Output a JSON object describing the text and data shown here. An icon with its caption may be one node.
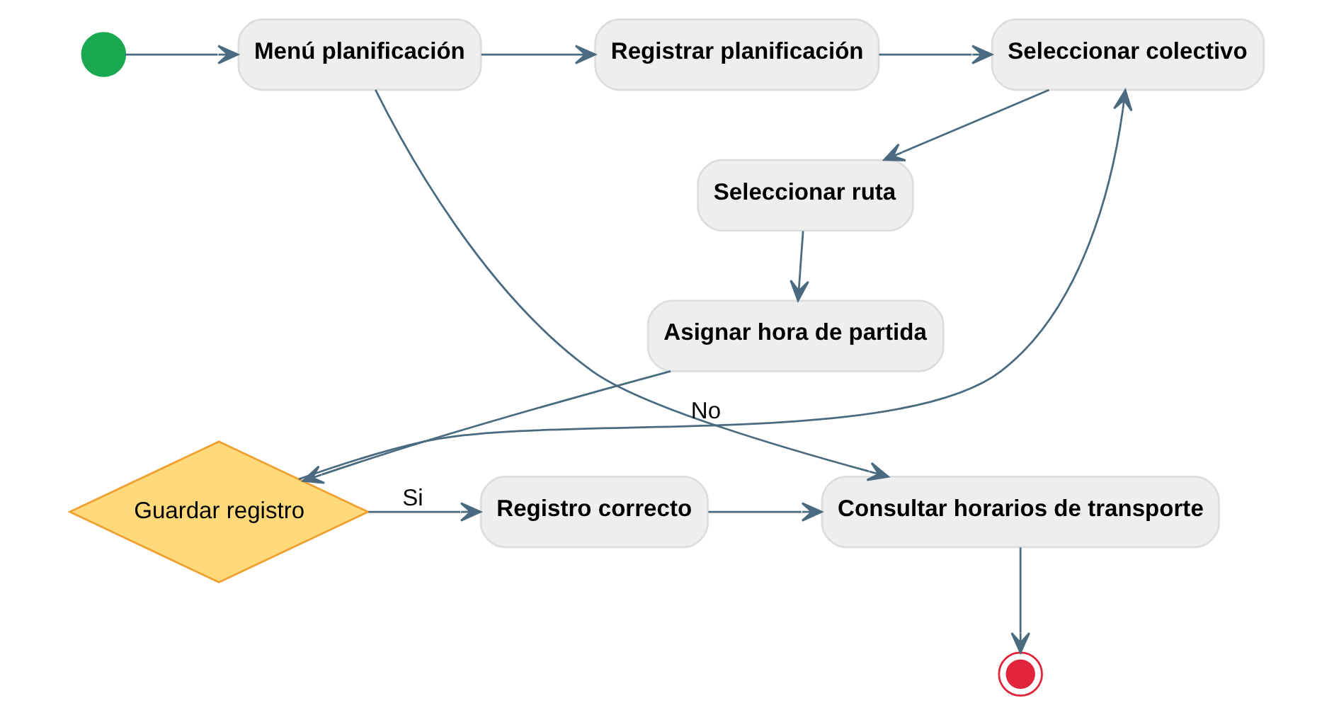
{
  "diagram": {
    "nodes": [
      {
        "text": [],
        "shape": "circle"
      },
      {
        "text": [
          "Menú planificación"
        ]
      },
      {
        "text": [
          "Registrar planificación"
        ]
      },
      {
        "text": [
          "Seleccionar colectivo"
        ]
      },
      {
        "text": [
          "Seleccionar ruta"
        ]
      },
      {
        "text": [
          "Asignar hora de partida"
        ]
      },
      {
        "text": [
          "Guardar registro"
        ]
      },
      {
        "text": [
          "Registro correcto"
        ]
      },
      {
        "text": [
          "Consultar horarios de transporte"
        ]
      },
      {
        "text": [],
        "shape": "circle"
      }
    ],
    "edges": [
      {
        "from": 0,
        "to": 1,
        "arrow": "to"
      },
      {
        "from": 1,
        "to": 2,
        "arrow": "to"
      },
      {
        "from": 2,
        "to": 3,
        "arrow": "to"
      },
      {
        "from": 3,
        "to": 4,
        "arrow": "to"
      },
      {
        "from": 4,
        "to": 5,
        "arrow": "to"
      },
      {
        "from": 5,
        "to": 6,
        "arrow": "to"
      },
      {
        "from": 6,
        "to": 7,
        "label": "Si",
        "arrow": "to"
      },
      {
        "from": 6,
        "to": 3,
        "label": "No",
        "arrow": "to"
      },
      {
        "from": 7,
        "to": 8,
        "arrow": "to"
      },
      {
        "from": 1,
        "to": 8,
        "arrow": "to"
      },
      {
        "from": 8,
        "to": 9,
        "arrow": "to"
      }
    ]
  }
}
